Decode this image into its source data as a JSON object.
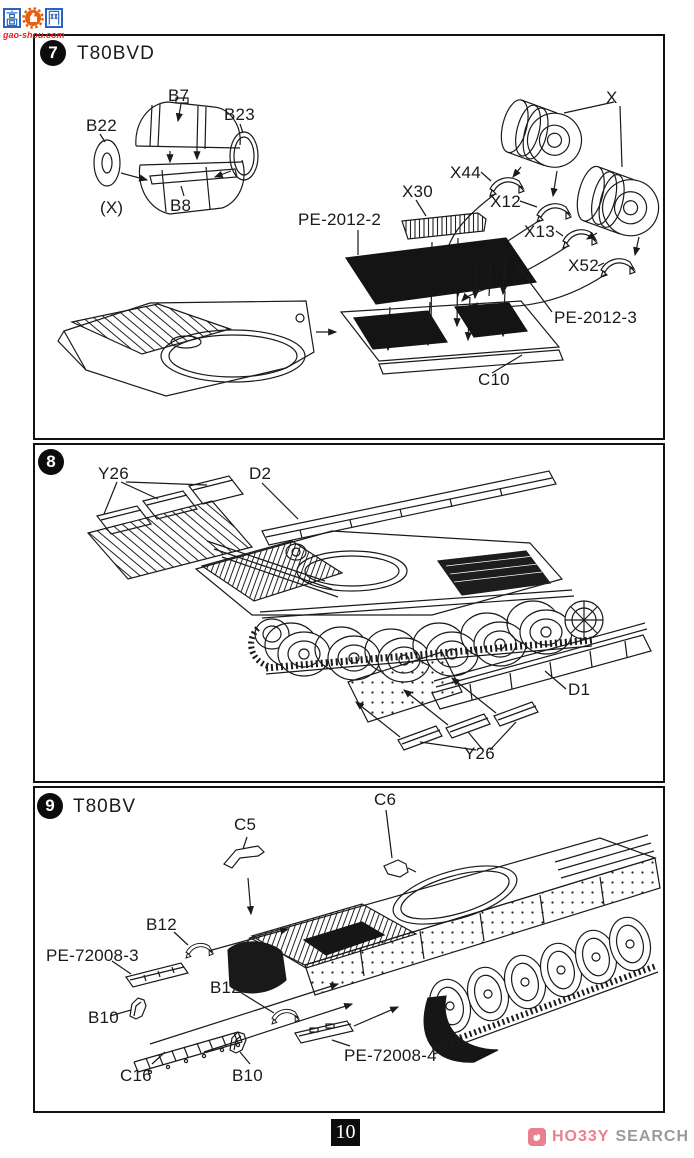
{
  "watermark": {
    "char_left": "高",
    "char_right": "网",
    "url": "gao-shou.com"
  },
  "steps": [
    {
      "number": "7",
      "title": "T80BVD",
      "labels": {
        "b7": "B7",
        "b22": "B22",
        "b23": "B23",
        "b8": "B8",
        "x_paren": "(X)",
        "x": "X",
        "x44": "X44",
        "x30": "X30",
        "x12": "X12",
        "x13": "X13",
        "x52": "X52",
        "pe2": "PE-2012-2",
        "pe3": "PE-2012-3",
        "c10": "C10"
      }
    },
    {
      "number": "8",
      "labels": {
        "y26_top": "Y26",
        "d2": "D2",
        "d1": "D1",
        "y26_bottom": "Y26"
      }
    },
    {
      "number": "9",
      "title": "T80BV",
      "labels": {
        "c6": "C6",
        "c5": "C5",
        "b12_a": "B12",
        "pe72008_3": "PE-72008-3",
        "b10_a": "B10",
        "b12_b": "B12",
        "c16": "C16",
        "b10_b": "B10",
        "pe72008_4": "PE-72008-4"
      }
    }
  ],
  "footer": {
    "page_number": "10",
    "logo_pink_text": "HO33Y",
    "logo_gray_text": "SEARCH"
  },
  "colors": {
    "line": "#1a1a1a",
    "pe_fill": "#141414",
    "logo_pink": "#e8808f",
    "logo_gray": "#9a9a9a",
    "watermark_blue": "#2a63c0",
    "watermark_orange": "#e95d0f",
    "watermark_red": "#ee1c25"
  }
}
